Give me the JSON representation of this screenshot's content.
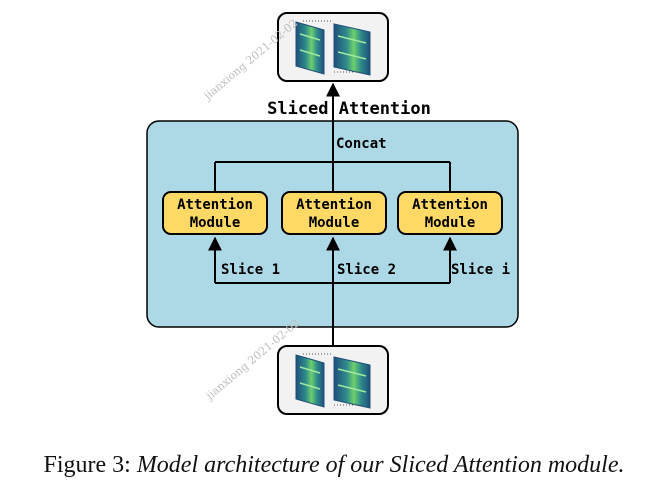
{
  "diagram": {
    "title": "Sliced Attention",
    "concat_label": "Concat",
    "modules": [
      {
        "line1": "Attention",
        "line2": "Module"
      },
      {
        "line1": "Attention",
        "line2": "Module"
      },
      {
        "line1": "Attention",
        "line2": "Module"
      }
    ],
    "slices": [
      "Slice 1",
      "Slice 2",
      "Slice i"
    ],
    "watermark": "jianxiong 2021-02-02",
    "colors": {
      "block_fill": "#add8e6",
      "module_fill": "#ffd966",
      "tile_fill": "#f2f2f2",
      "spectrogram_dark": "#1f4e79",
      "spectrogram_mid": "#2e8b8b",
      "spectrogram_light": "#6ccf6c"
    }
  },
  "caption": {
    "prefix": "Figure 3:",
    "text": "Model architecture of our Sliced Attention module."
  }
}
